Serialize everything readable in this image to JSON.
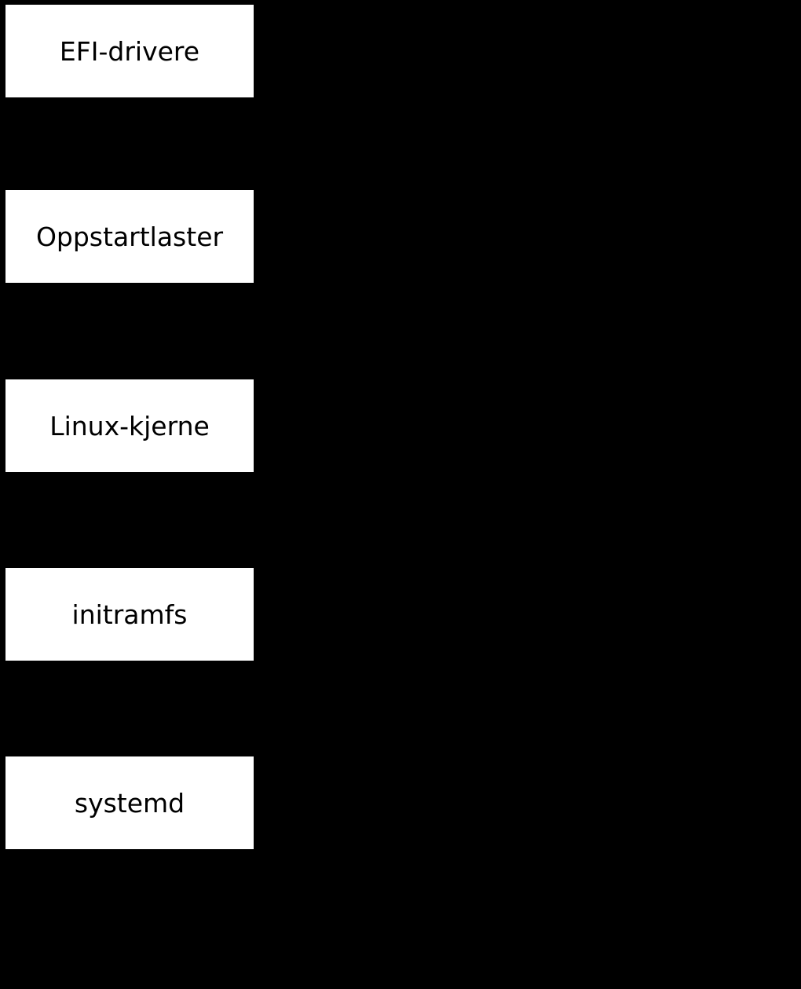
{
  "diagram": {
    "type": "flowchart",
    "orientation": "vertical",
    "background_color": "#000000",
    "node_fill_color": "#ffffff",
    "node_text_color": "#000000",
    "nodes": [
      {
        "id": "efi-drivere",
        "label": "EFI-drivere"
      },
      {
        "id": "oppstartlaster",
        "label": "Oppstartlaster"
      },
      {
        "id": "linux-kjerne",
        "label": "Linux-kjerne"
      },
      {
        "id": "initramfs",
        "label": "initramfs"
      },
      {
        "id": "systemd",
        "label": "systemd"
      }
    ]
  }
}
